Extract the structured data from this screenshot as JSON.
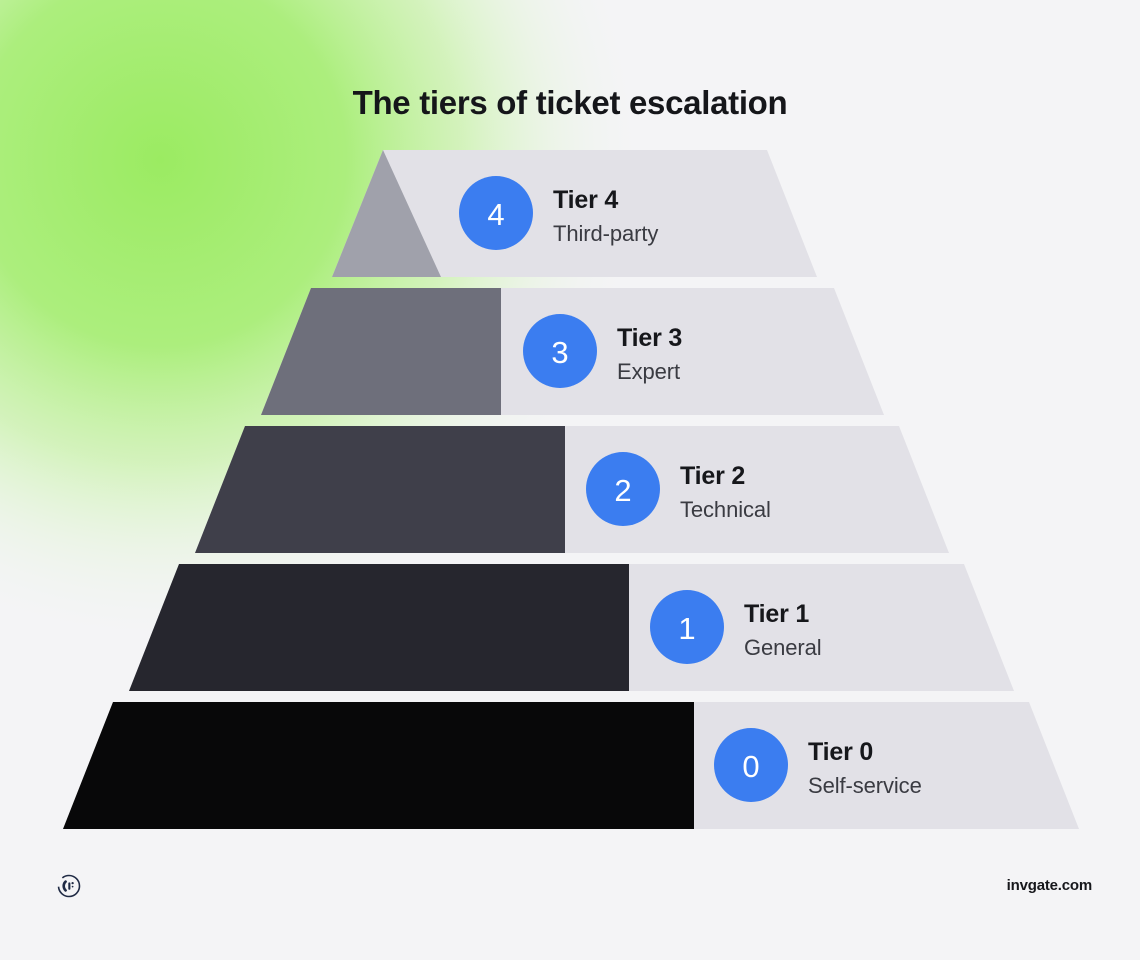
{
  "page": {
    "title": "The tiers of ticket escalation",
    "background_color": "#f4f4f6",
    "accent_color": "#3b7df0",
    "glow_color": "#a8ec74",
    "band_color": "#e2e1e7"
  },
  "chart_data": {
    "type": "pyramid",
    "title": "The tiers of ticket escalation",
    "categories": [
      "Tier 4",
      "Tier 3",
      "Tier 2",
      "Tier 1",
      "Tier 0"
    ],
    "values": [
      4,
      3,
      2,
      1,
      0
    ],
    "labels": [
      "Third-party",
      "Expert",
      "Technical",
      "General",
      "Self-service"
    ],
    "legend_position": "none",
    "grid": false,
    "order": "top-to-bottom",
    "tiers": [
      {
        "number": "4",
        "label": "Tier 4",
        "description": "Third-party",
        "fill": "#a0a1ab",
        "badge_color": "#3b7df0"
      },
      {
        "number": "3",
        "label": "Tier 3",
        "description": "Expert",
        "fill": "#6e6f7b",
        "badge_color": "#3b7df0"
      },
      {
        "number": "2",
        "label": "Tier 2",
        "description": "Technical",
        "fill": "#3f3f4a",
        "badge_color": "#3b7df0"
      },
      {
        "number": "1",
        "label": "Tier 1",
        "description": "General",
        "fill": "#26262e",
        "badge_color": "#3b7df0"
      },
      {
        "number": "0",
        "label": "Tier 0",
        "description": "Self-service",
        "fill": "#080809",
        "badge_color": "#3b7df0"
      }
    ]
  },
  "footer": {
    "site": "invgate.com",
    "logo_name": "invgate-logo"
  }
}
